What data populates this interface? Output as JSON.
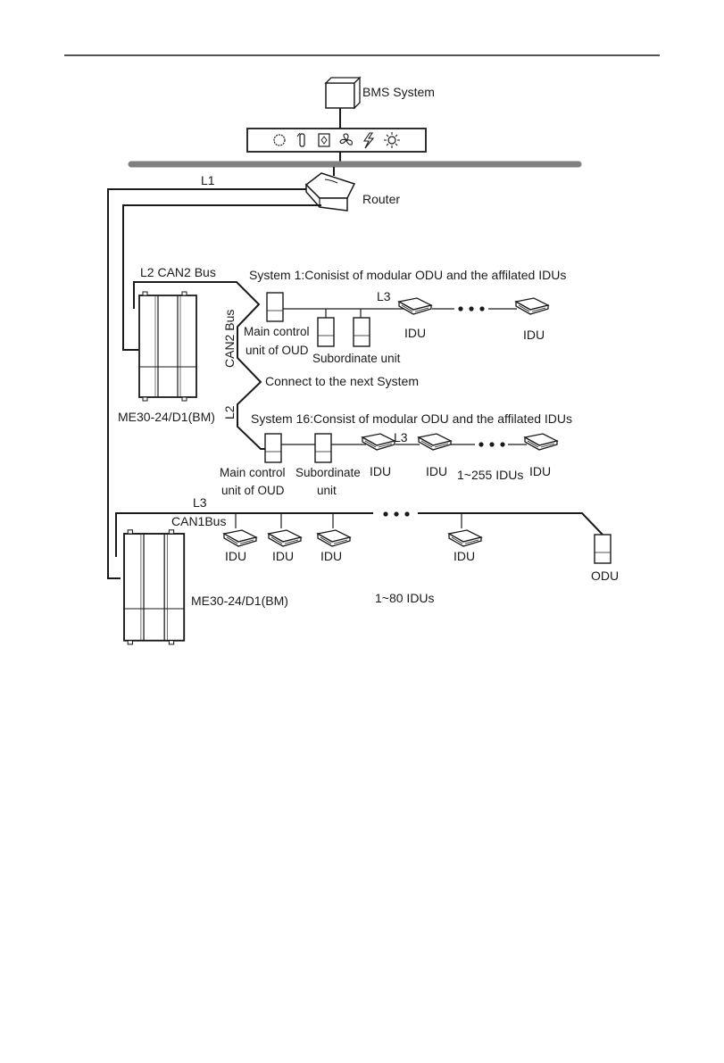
{
  "labels": {
    "bms": "BMS System",
    "router": "Router",
    "l1": "L1",
    "l2_can2": "L2 CAN2 Bus",
    "system1": "System 1:Conisist of modular ODU and the affilated IDUs",
    "l3_sys1": "L3",
    "can2_bus": "CAN2 Bus",
    "main_ctrl_1_line1": "Main control",
    "main_ctrl_1_line2": "unit of OUD",
    "subordinate_1": "Subordinate unit",
    "idu_s1_a": "IDU",
    "idu_s1_b": "IDU",
    "connect_next": "Connect to the next System",
    "l2_vertical": "L2",
    "gateway_label_top": "ME30-24/D1(BM)",
    "system16": "System 16:Consist of modular ODU and the affilated IDUs",
    "l3_sys16": "L3",
    "main_ctrl_16_line1": "Main control",
    "main_ctrl_16_line2": "unit of OUD",
    "subordinate_16_line1": "Subordinate",
    "subordinate_16_line2": "unit",
    "idu_s16_a": "IDU",
    "idu_s16_b": "IDU",
    "idu_range_255": "1~255 IDUs",
    "idu_s16_c": "IDU",
    "l3_can1": "L3",
    "can1_bus": "CAN1Bus",
    "idu_c1_a": "IDU",
    "idu_c1_b": "IDU",
    "idu_c1_c": "IDU",
    "idu_c1_d": "IDU",
    "odu": "ODU",
    "gateway_label_bottom": "ME30-24/D1(BM)",
    "idu_range_80": "1~80 IDUs"
  },
  "icons": [
    "power-icon",
    "thermometer-icon",
    "mode-icon",
    "fan-icon",
    "lightning-icon",
    "sun-icon"
  ]
}
